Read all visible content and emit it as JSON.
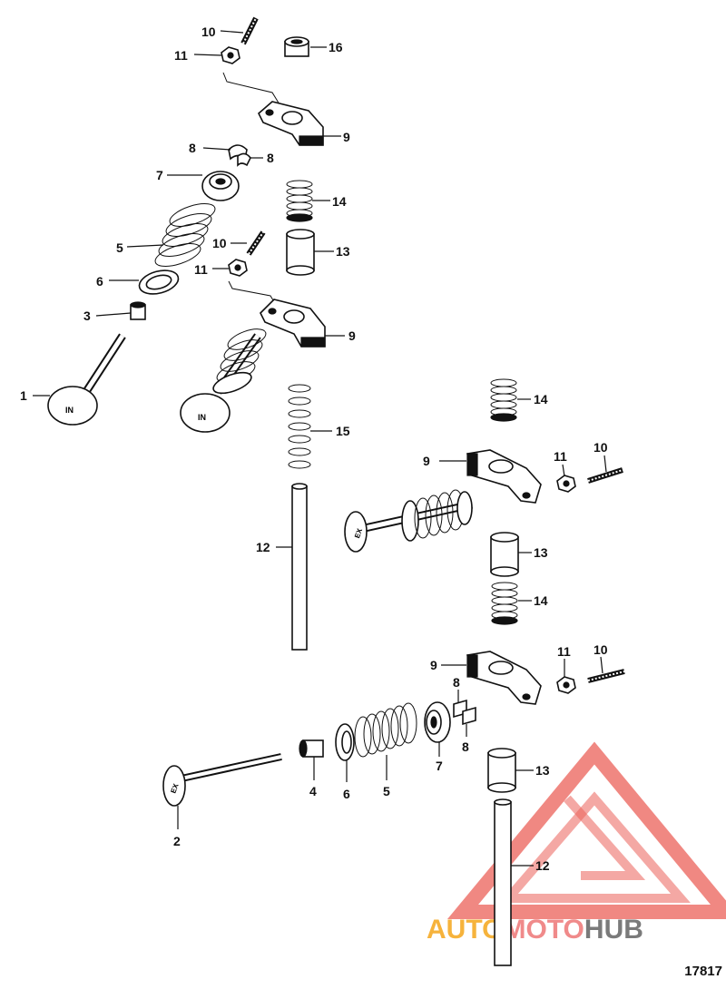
{
  "figure_number": "17817",
  "watermark": {
    "text_a": "AUTO",
    "text_b": "MOTO",
    "text_c": "HUB",
    "color_a": "#f6b33c",
    "color_b": "#f08a8a",
    "color_c": "#7a7a7a",
    "logo_color": "#e8453c"
  },
  "valve_marks": {
    "intake": "IN",
    "exhaust": "EX"
  },
  "labels": {
    "l1": "1",
    "l2": "2",
    "l3": "3",
    "l4": "4",
    "l5a": "5",
    "l5b": "5",
    "l6a": "6",
    "l6b": "6",
    "l7a": "7",
    "l7b": "7",
    "l8a": "8",
    "l8b": "8",
    "l8c": "8",
    "l8d": "8",
    "l9a": "9",
    "l9b": "9",
    "l9c": "9",
    "l9d": "9",
    "l10a": "10",
    "l10b": "10",
    "l10c": "10",
    "l10d": "10",
    "l11a": "11",
    "l11b": "11",
    "l11c": "11",
    "l11d": "11",
    "l12a": "12",
    "l12b": "12",
    "l13a": "13",
    "l13b": "13",
    "l13c": "13",
    "l14a": "14",
    "l14b": "14",
    "l14c": "14",
    "l15": "15",
    "l16": "16"
  }
}
